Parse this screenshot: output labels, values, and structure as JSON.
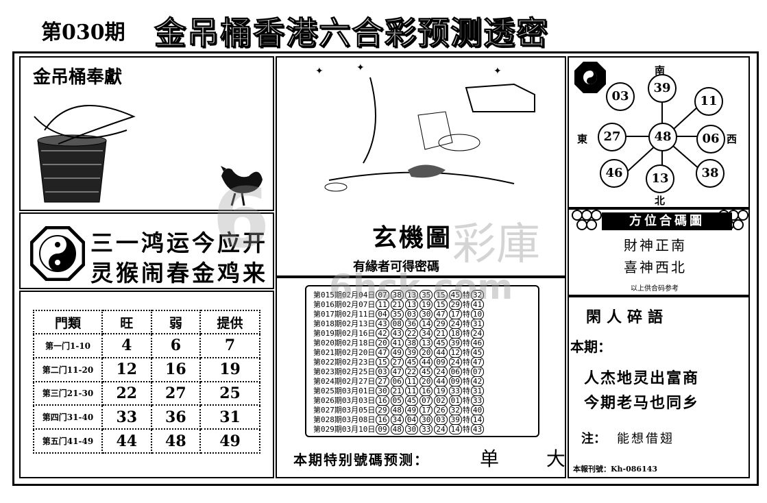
{
  "header": {
    "issue": "第030期",
    "title": "金吊桶香港六合彩预测透密"
  },
  "sponsor": {
    "text": "金吊桶奉獻"
  },
  "couplet": {
    "line1": "三一鸿运今应开",
    "line2": "灵猴闹春金鸡来"
  },
  "gate_table": {
    "headers": [
      "門類",
      "旺",
      "弱",
      "提供"
    ],
    "rows": [
      {
        "label": "第一门1-10",
        "vals": [
          "4",
          "6",
          "7"
        ]
      },
      {
        "label": "第二门11-20",
        "vals": [
          "12",
          "16",
          "19"
        ]
      },
      {
        "label": "第三门21-30",
        "vals": [
          "22",
          "27",
          "25"
        ]
      },
      {
        "label": "第四门31-40",
        "vals": [
          "33",
          "36",
          "31"
        ]
      },
      {
        "label": "第五门41-49",
        "vals": [
          "44",
          "48",
          "49"
        ]
      }
    ]
  },
  "xuanji": {
    "title": "玄機圖",
    "subtitle": "有緣者可得密碼"
  },
  "history": [
    {
      "p": "第015期02月04日",
      "n": [
        "07",
        "38",
        "13",
        "35",
        "15",
        "45"
      ],
      "t": "32"
    },
    {
      "p": "第016期02月07日",
      "n": [
        "11",
        "21",
        "13",
        "19",
        "15",
        "29"
      ],
      "t": "41"
    },
    {
      "p": "第017期02月11日",
      "n": [
        "04",
        "35",
        "03",
        "30",
        "47",
        "17"
      ],
      "t": "10"
    },
    {
      "p": "第018期02月13日",
      "n": [
        "43",
        "08",
        "36",
        "14",
        "29",
        "24"
      ],
      "t": "31"
    },
    {
      "p": "第019期02月16日",
      "n": [
        "42",
        "43",
        "22",
        "34",
        "21",
        "18"
      ],
      "t": "24"
    },
    {
      "p": "第020期02月18日",
      "n": [
        "20",
        "41",
        "38",
        "13",
        "45",
        "39"
      ],
      "t": "46"
    },
    {
      "p": "第021期02月20日",
      "n": [
        "47",
        "49",
        "39",
        "20",
        "44",
        "12"
      ],
      "t": "45"
    },
    {
      "p": "第022期02月23日",
      "n": [
        "15",
        "27",
        "45",
        "44",
        "09",
        "24"
      ],
      "t": "47"
    },
    {
      "p": "第023期02月25日",
      "n": [
        "03",
        "47",
        "22",
        "45",
        "24",
        "06"
      ],
      "t": "07"
    },
    {
      "p": "第024期02月27日",
      "n": [
        "27",
        "06",
        "11",
        "20",
        "44",
        "09"
      ],
      "t": "42"
    },
    {
      "p": "第025期03月01日",
      "n": [
        "30",
        "21",
        "11",
        "16",
        "19",
        "33"
      ],
      "t": "31"
    },
    {
      "p": "第026期03月03日",
      "n": [
        "16",
        "05",
        "45",
        "07",
        "02",
        "01"
      ],
      "t": "33"
    },
    {
      "p": "第027期03月05日",
      "n": [
        "29",
        "48",
        "49",
        "17",
        "26",
        "32"
      ],
      "t": "40"
    },
    {
      "p": "第028期03月08日",
      "n": [
        "16",
        "34",
        "04",
        "30",
        "03",
        "39"
      ],
      "t": "14"
    },
    {
      "p": "第029期03月10日",
      "n": [
        "09",
        "48",
        "30",
        "33",
        "24",
        "14"
      ],
      "t": "43"
    }
  ],
  "special_label": "特",
  "prediction": {
    "label": "本期特别號碼预测：",
    "value": "单 大"
  },
  "compass": {
    "south": "南",
    "north": "北",
    "east": "東",
    "west": "西",
    "nums": {
      "nw": "03",
      "n": "39",
      "ne": "11",
      "w": "27",
      "c": "48",
      "e": "06",
      "sw": "46",
      "s": "13",
      "se": "38"
    }
  },
  "fangwei": {
    "title": "方位合碼圖",
    "line1": "財神正南",
    "line2": "喜神西北",
    "note": "以上供合码参考"
  },
  "xianren": {
    "title": "閑人碎語",
    "label": "本期：",
    "line1": "人杰地灵出富商",
    "line2": "今期老马也同乡",
    "note_label": "注：",
    "note": "能想借翅"
  },
  "footer": {
    "code": "本報刊號：Kh-086143"
  },
  "watermark": {
    "brand": "彩庫",
    "site": "6hck.com"
  }
}
